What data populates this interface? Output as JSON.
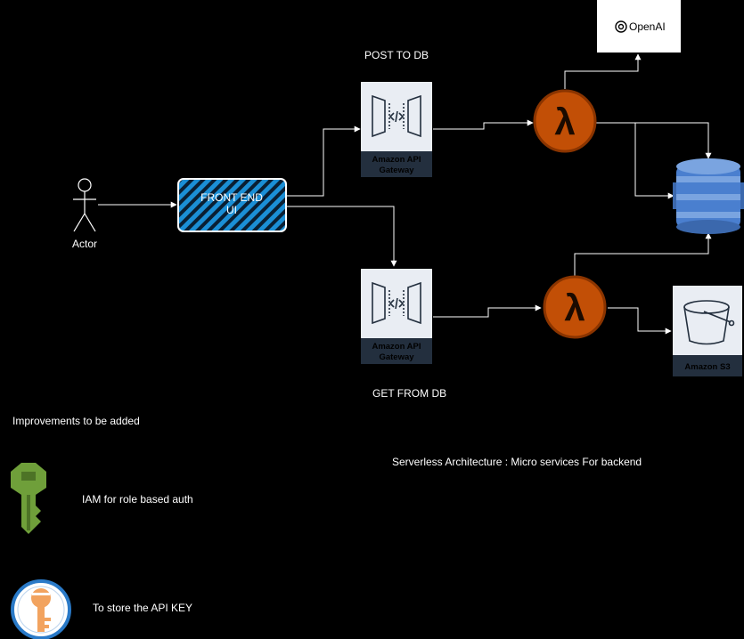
{
  "labels": {
    "post_to_db": "POST TO DB",
    "get_from_db": "GET FROM DB",
    "actor": "Actor",
    "front_end_line1": "FRONT END",
    "front_end_line2": "UI",
    "api_gateway_1_line1": "Amazon API",
    "api_gateway_1_line2": "Gateway",
    "api_gateway_2_line1": "Amazon API",
    "api_gateway_2_line2": "Gateway",
    "s3": "Amazon S3",
    "openai": "OpenAI",
    "lambda_symbol": "λ",
    "improvements_title": "Improvements to be added",
    "iam_caption": "IAM for role based auth",
    "api_key_caption": "To store the API KEY",
    "architecture_caption": "Serverless Architecture : Micro services For backend"
  },
  "colors": {
    "background": "#000000",
    "front_end_stripe": "#1b8fd6",
    "front_end_stripe_dark": "#0a1f33",
    "lambda": "#c24f06",
    "lambda_edge": "#8a3400",
    "dynamodb": "#4a7fcf",
    "dynamodb_light": "#7aa4e0",
    "iam": "#6f9f3a",
    "secrets_ring": "#2a7ac8",
    "secrets_key": "#f2a35f",
    "aws_tile_bg": "#e9edf3",
    "aws_tile_footer": "#232f3e"
  },
  "icons": {
    "actor": "person-icon",
    "api_gateway": "api-gateway-icon",
    "lambda": "lambda-icon",
    "dynamodb": "dynamodb-icon",
    "s3": "s3-bucket-icon",
    "openai": "openai-logo",
    "iam": "iam-key-icon",
    "secrets": "secrets-key-icon"
  }
}
